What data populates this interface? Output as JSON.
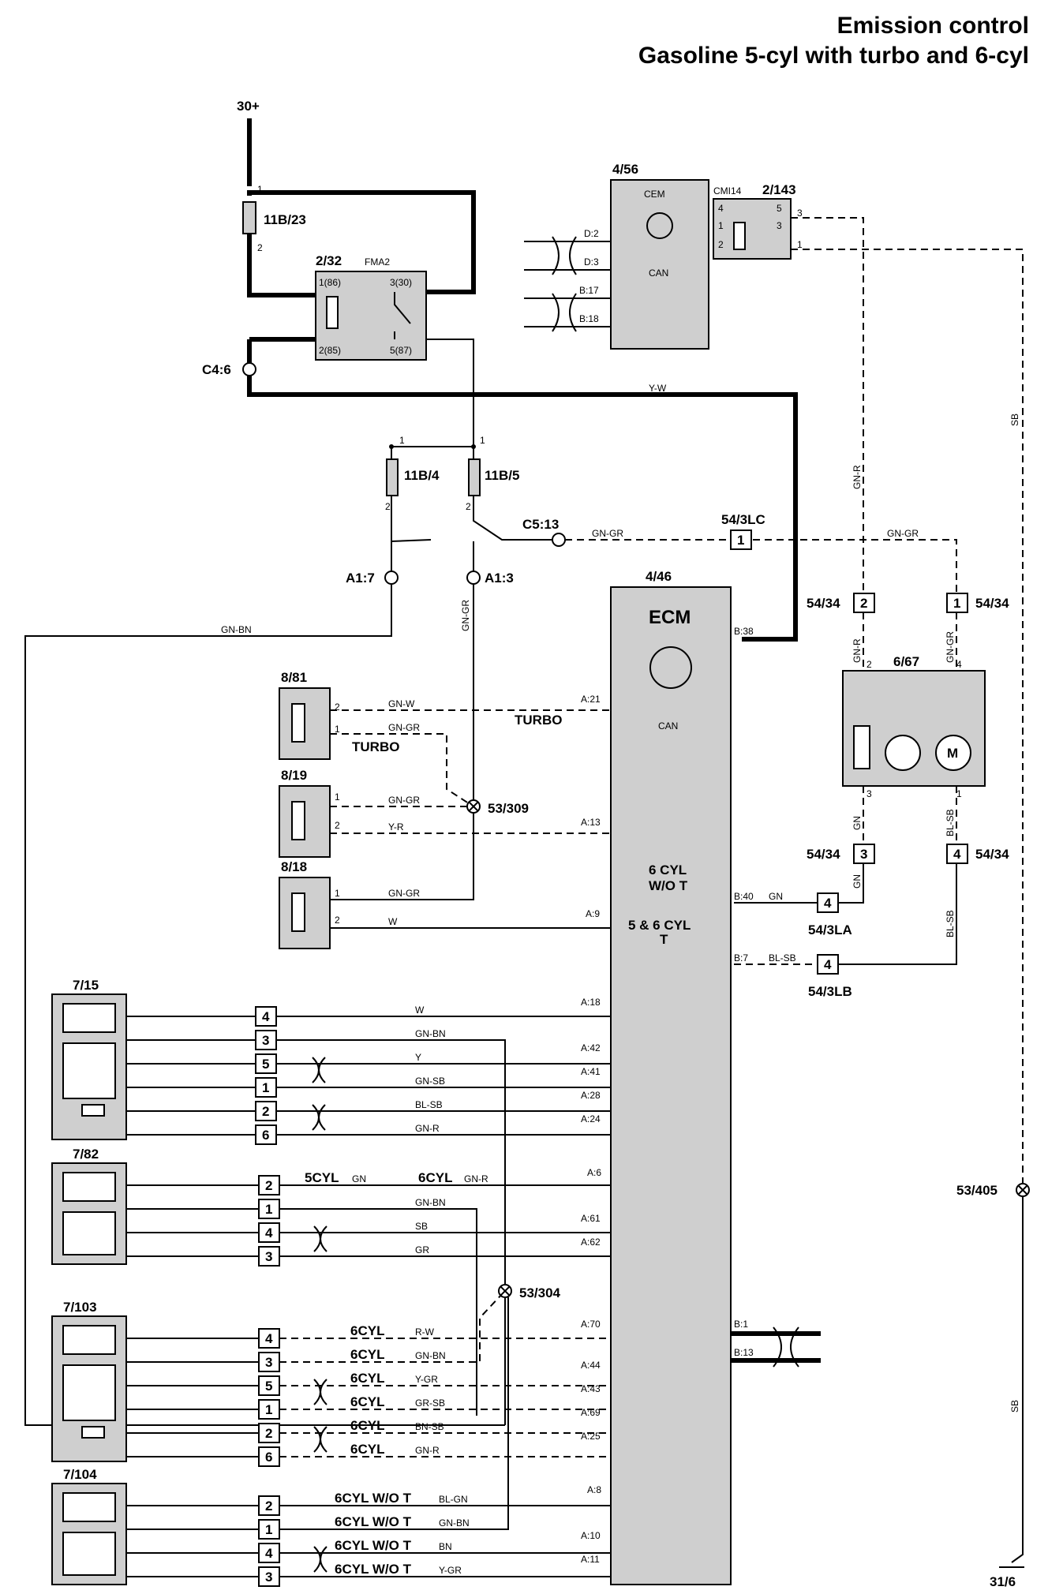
{
  "title": {
    "line1": "Emission control",
    "line2": "Gasoline 5-cyl with turbo and 6-cyl"
  },
  "supply": {
    "label": "30+"
  },
  "fuses": [
    {
      "id": "11B/23",
      "pin_top": "1",
      "pin_bottom": "2"
    },
    {
      "id": "11B/4",
      "pin_top": "1",
      "pin_bottom": "2"
    },
    {
      "id": "11B/5",
      "pin_top": "1",
      "pin_bottom": "2"
    }
  ],
  "relay": {
    "id": "2/32",
    "name": "FMA2",
    "pins": [
      "1(86)",
      "3(30)",
      "2(85)",
      "5(87)"
    ]
  },
  "cem": {
    "id": "4/56",
    "name": "CEM",
    "pins": [
      "D:2",
      "D:3",
      "B:17",
      "B:18"
    ],
    "can": "CAN"
  },
  "cem_relay": {
    "id": "2/143",
    "name": "CMI14",
    "pins": [
      "4",
      "1",
      "2",
      "5",
      "3"
    ],
    "out_pins": [
      "3",
      "1"
    ]
  },
  "connectors": {
    "c4_6": "C4:6",
    "c5_13": "C5:13",
    "a1_7": "A1:7",
    "a1_3": "A1:3",
    "c54_3lc": "54/3LC",
    "c54_3lc_pin": "1",
    "c54_34_a": "54/34",
    "c54_34_a_pin": "2",
    "c54_34_b": "54/34",
    "c54_34_b_pin": "1",
    "c54_34_c": "54/34",
    "c54_34_c_pin": "3",
    "c54_34_d": "54/34",
    "c54_34_d_pin": "4",
    "c54_3la": "54/3LA",
    "c54_3la_pin": "4",
    "c54_3lb": "54/3LB",
    "c54_3lb_pin": "4"
  },
  "ecm": {
    "id": "4/46",
    "name": "ECM",
    "can": "CAN",
    "note1": "6 CYL",
    "note2": "W/O T",
    "note3": "5 & 6 CYL",
    "note4": "T",
    "pins": [
      "B:38",
      "A:21",
      "A:13",
      "A:9",
      "B:40",
      "B:7",
      "A:18",
      "A:42",
      "A:41",
      "A:28",
      "A:24",
      "A:6",
      "A:61",
      "A:62",
      "A:70",
      "A:44",
      "A:43",
      "A:69",
      "A:25",
      "A:8",
      "A:10",
      "A:11",
      "B:1",
      "B:13"
    ]
  },
  "throttle": {
    "id": "6/67",
    "pins": [
      "2",
      "4",
      "3",
      "1"
    ],
    "motor": "M"
  },
  "valves": [
    {
      "id": "8/81",
      "pins": [
        "2",
        "1"
      ],
      "note": "TURBO"
    },
    {
      "id": "8/19",
      "pins": [
        "1",
        "2"
      ]
    },
    {
      "id": "8/18",
      "pins": [
        "1",
        "2"
      ]
    }
  ],
  "splices": [
    "53/309",
    "53/304",
    "53/405"
  ],
  "ground": "31/6",
  "sensors": [
    {
      "id": "7/15",
      "pins": [
        "4",
        "3",
        "5",
        "1",
        "2",
        "6"
      ]
    },
    {
      "id": "7/82",
      "pins": [
        "2",
        "1",
        "4",
        "3"
      ]
    },
    {
      "id": "7/103",
      "pins": [
        "4",
        "3",
        "5",
        "1",
        "2",
        "6"
      ]
    },
    {
      "id": "7/104",
      "pins": [
        "2",
        "1",
        "4",
        "3"
      ]
    }
  ],
  "notes": {
    "turbo1": "TURBO",
    "turbo2": "TURBO",
    "cyl5": "5CYL",
    "cyl6": "6CYL",
    "cyl6wot": "6CYL W/O T"
  },
  "wires": {
    "yw": "Y-W",
    "gnr": "GN-R",
    "sb": "SB",
    "gngr": "GN-GR",
    "gnbn": "GN-BN",
    "gnw": "GN-W",
    "yr": "Y-R",
    "w": "W",
    "gn": "GN",
    "blsb": "BL-SB",
    "y": "Y",
    "gnsb": "GN-SB",
    "gr": "GR",
    "rw": "R-W",
    "ygr": "Y-GR",
    "grsb": "GR-SB",
    "bnsb": "BN-SB",
    "blgn": "BL-GN",
    "bn": "BN"
  }
}
